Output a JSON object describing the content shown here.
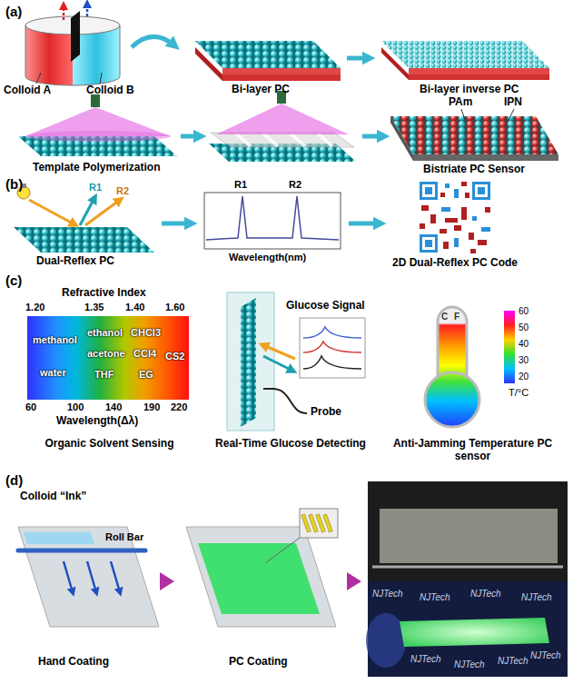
{
  "diagram": {
    "labels": [
      "(a)",
      "Colloid A",
      "Colloid B",
      "Bi-layer PC",
      "Bi-layer inverse PC",
      "PAm",
      "IPN",
      "Template Polymerization",
      "Bistriate PC Sensor",
      "(b)",
      "R1",
      "R2",
      "R1",
      "R2",
      "Dual-Reflex PC",
      "Wavelength(nm)",
      "2D Dual-Reflex PC Code",
      "(c)",
      "Refractive Index",
      "1.20",
      "1.35",
      "1.40",
      "1.60",
      "methanol",
      "ethanol",
      "CHCl3",
      "water",
      "acetone",
      "CCl4",
      "CS2",
      "THF",
      "EG",
      "60",
      "100",
      "140",
      "190",
      "220",
      "Wavelength(Δλ)",
      "Organic Solvent Sensing",
      "Glucose Signal",
      "Probe",
      "Real-Time Glucose Detecting",
      "C",
      "F",
      "60",
      "50",
      "40",
      "30",
      "20",
      "T/°C",
      "Anti-Jamming Temperature PC sensor",
      "(d)",
      "Colloid “Ink”",
      "Roll Bar",
      "Hand Coating",
      "PC Coating",
      "NJTech",
      "NJTech",
      "NJTech",
      "NJTech",
      "NJTech",
      "NJTech",
      "NJTech",
      "NJTech"
    ]
  }
}
